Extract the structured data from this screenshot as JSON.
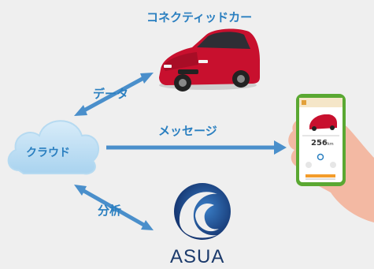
{
  "nodes": {
    "car_title": "コネクティッドカー",
    "cloud": "クラウド",
    "brand": "ASUA"
  },
  "edges": {
    "data": "データ",
    "message": "メッセージ",
    "analysis": "分析"
  },
  "phone": {
    "mileage_value": "256",
    "mileage_unit": "km"
  },
  "colors": {
    "arrow": "#4a8fcb",
    "label": "#2a7fc0",
    "car": "#c8102e",
    "cloud": "#a9d3ef",
    "phone_frame": "#5aa832",
    "brand": "#1b3a6b"
  }
}
